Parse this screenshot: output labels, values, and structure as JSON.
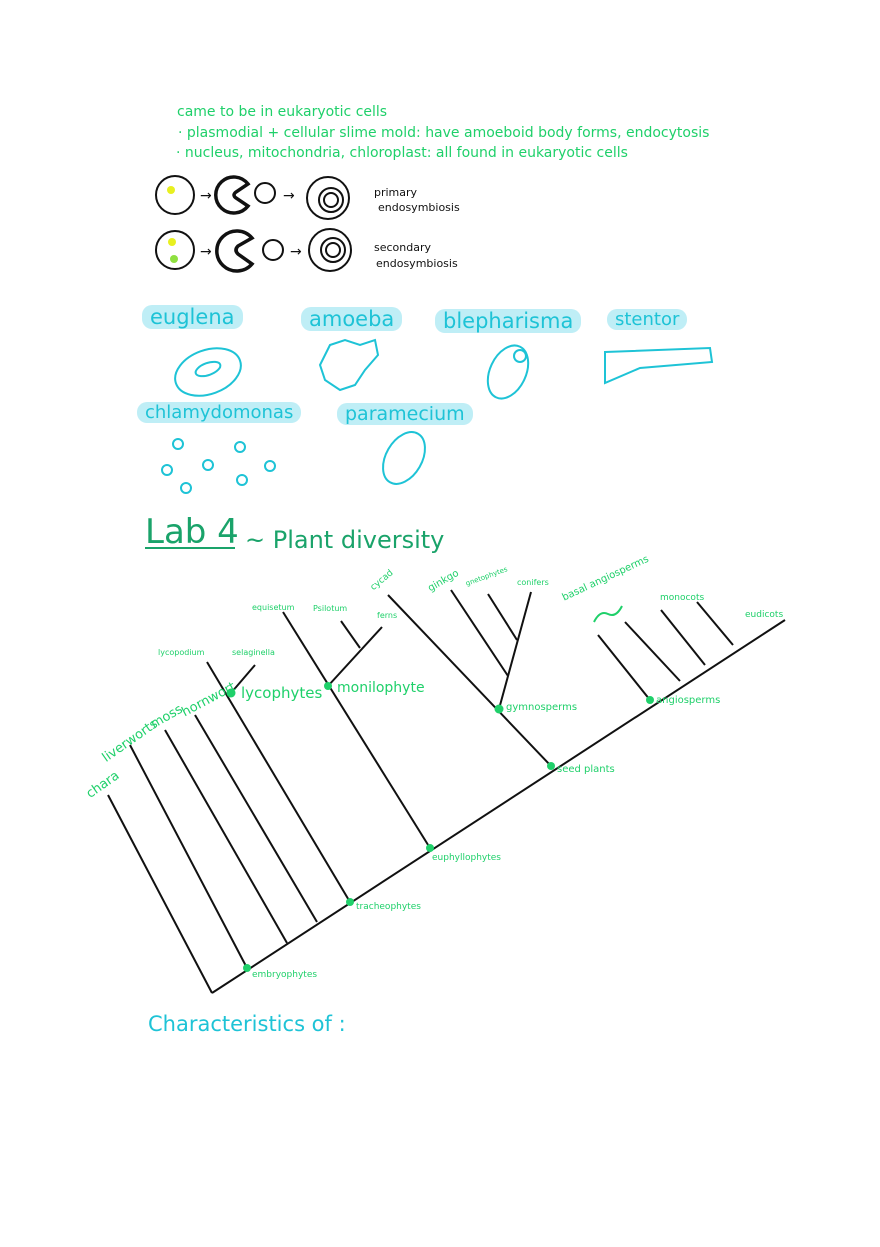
{
  "notes": {
    "line0": "came to be in eukaryotic cells",
    "line1": "· plasmodial + cellular slime mold: have amoeboid body forms, endocytosis",
    "line2": "· nucleus, mitochondria, chloroplast: all found in eukaryotic cells"
  },
  "endosymbiosis": {
    "primary": [
      "primary",
      "endosymbiosis"
    ],
    "secondary": [
      "secondary",
      "endosymbiosis"
    ]
  },
  "protists": [
    "euglena",
    "amoeba",
    "blepharisma",
    "stentor",
    "chlamydomonas",
    "paramecium"
  ],
  "lab": {
    "title": "Lab 4",
    "subtitle": "~ Plant diversity"
  },
  "tree": {
    "tips": [
      "chara",
      "liverworts",
      "moss",
      "hornwort",
      "lycopodium",
      "selaginella",
      "equisetum",
      "Psilotum",
      "ferns",
      "cycad",
      "ginkgo",
      "gnetophytes",
      "conifers",
      "basal angiosperms",
      "monocots",
      "eudicots"
    ],
    "nodes": [
      "lycophytes",
      "monilophyte",
      "gymnosperms",
      "angiosperms",
      "seed plants",
      "euphyllophytes",
      "tracheophytes",
      "embryophytes"
    ]
  },
  "footer": "Characteristics of :",
  "colors": {
    "green": "#1fd06a",
    "cyan": "#1ec3d6",
    "highlight": "#bfeef6"
  }
}
